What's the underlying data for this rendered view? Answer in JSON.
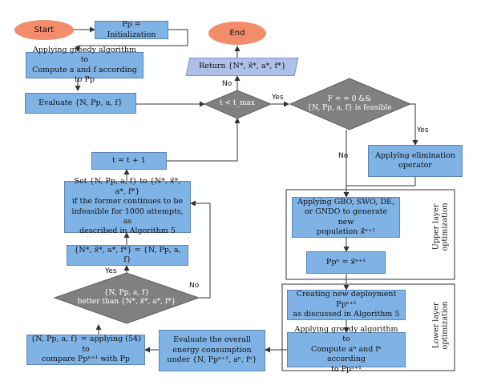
{
  "nodes": {
    "start": "Start",
    "init": "Pp = Initialization",
    "greedy1": "Applying greedy algorithm to\nCompute a and f according to Pp",
    "evaluate": "Evaluate {N, Pp, a, f}",
    "tincr": "t = t + 1",
    "set": "Set {N, Pp, a, f} to {N*, x⃗*, a*, f*}\nif the former continues to be\ninfeasible for 1000 attempts, as\ndescribed in Algorithm 5",
    "assign": "{N*, x⃗*, a*, f*} = {N, Pp, a, f}",
    "better": "{N, Pp, a, f}\nbetter than {N*, x⃗*, a*, f*}",
    "applying54": "{N, Pp, a, f} = applying (54) to\ncompare Ppⁿ⁺¹ with Pp",
    "evaloverall": "Evaluate the overall\nenergy consumption\nunder {N, Ppⁿ⁺¹, aⁿ, fⁿ}",
    "end": "End",
    "return": "Return {N*, x⃗*, a*, f*}",
    "tcond": "t < t_max",
    "feas": "F = = 0 &&\n{N, Pp, a, f} is feasible",
    "elim": "Applying elimination\noperator",
    "metaheur": "Applying GBO, SWO, DE,\nor GNDO to generate new\npopulation x⃗ⁿ⁺¹",
    "ppassign": "Ppⁿ = x⃗ⁿ⁺¹",
    "newdeploy": "Creating new deployment Ppⁿ⁺¹\nas discussed in Algorithm 5",
    "greedy2": "Applying greedy algorithm to\nCompute aⁿ and fⁿ according\nto Ppⁿ⁺¹"
  },
  "labels": {
    "yes_t": "Yes",
    "no_t": "No",
    "yes_f": "Yes",
    "no_f": "No",
    "yes_better": "Yes",
    "no_better": "No"
  },
  "groups": {
    "upper": "Upper layer\noptimization",
    "lower": "Lower layer\noptimization"
  },
  "colors": {
    "box_fill": "#7fb2e5",
    "terminal_fill": "#f28c6a",
    "decision_fill": "#808080",
    "output_fill": "#aebfe8",
    "line": "#333333"
  }
}
